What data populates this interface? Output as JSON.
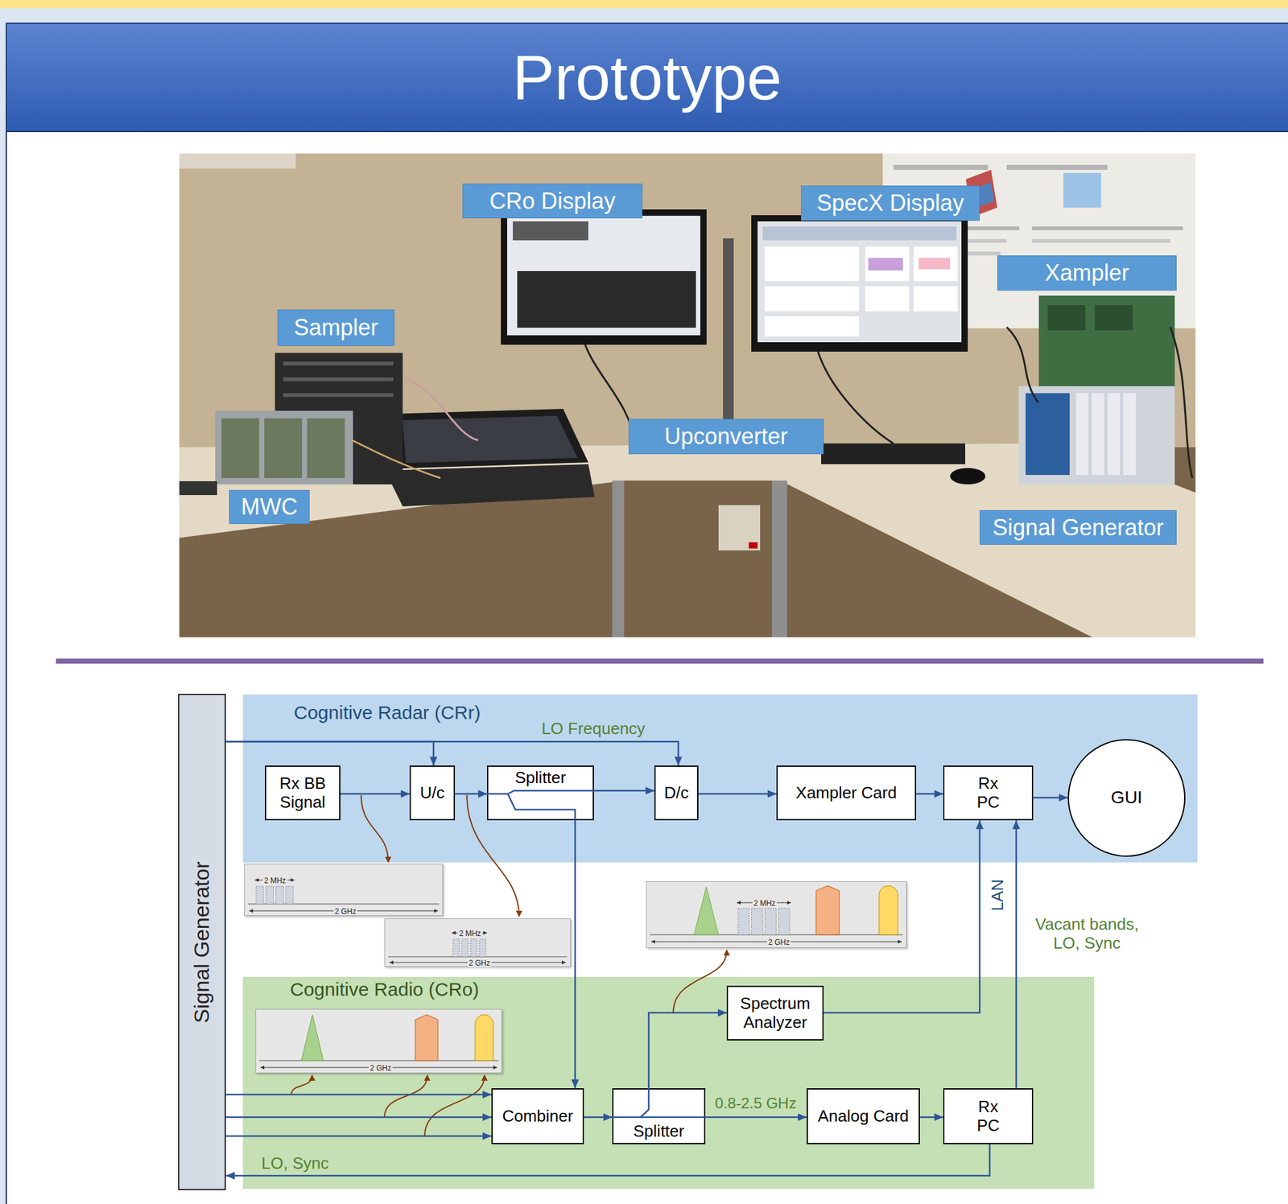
{
  "diagram": {
    "title": "Prototype",
    "nodes": [
      {
        "text": [
          "CRo Display"
        ]
      },
      {
        "text": [
          "SpecX Display"
        ]
      },
      {
        "text": [
          "Xampler"
        ]
      },
      {
        "text": [
          "Sampler"
        ]
      },
      {
        "text": [
          "Upconverter"
        ]
      },
      {
        "text": [
          "MWC"
        ]
      },
      {
        "text": [
          "Signal Generator"
        ]
      },
      {
        "text": [
          "Signal Generator"
        ]
      },
      {
        "text": [
          "Cognitive Radar (CRr)"
        ]
      },
      {
        "text": [
          "Rx BB Signal"
        ],
        "in": 8
      },
      {
        "text": [
          "U/c"
        ],
        "in": 8
      },
      {
        "text": [
          "Splitter"
        ],
        "in": 8
      },
      {
        "text": [
          "D/c"
        ],
        "in": 8
      },
      {
        "text": [
          "Xampler Card"
        ],
        "in": 8
      },
      {
        "text": [
          "Rx PC"
        ],
        "in": 8
      },
      {
        "text": [
          "GUI"
        ],
        "in": 8
      },
      {
        "text": [
          "2 MHz",
          "2 GHz"
        ]
      },
      {
        "text": [
          "2 MHz",
          "2 GHz"
        ]
      },
      {
        "text": [
          "2 MHz",
          "2 GHz"
        ]
      },
      {
        "text": [
          "Cognitive Radio (CRo)"
        ]
      },
      {
        "text": [
          "2 GHz"
        ],
        "in": 19
      },
      {
        "text": [
          "Spectrum Analyzer"
        ],
        "in": 19
      },
      {
        "text": [
          "Combiner"
        ],
        "in": 19
      },
      {
        "text": [
          "Splitter"
        ],
        "in": 19
      },
      {
        "text": [
          "Analog Card"
        ],
        "in": 19
      },
      {
        "text": [
          "Rx PC"
        ],
        "in": 19
      }
    ],
    "edges": [
      {
        "from": 7,
        "to": 10,
        "arrow": "to"
      },
      {
        "from": 7,
        "to": 12,
        "arrow": "to",
        "label": "LO Frequency"
      },
      {
        "from": 9,
        "to": 10,
        "arrow": "to"
      },
      {
        "from": 10,
        "to": 11,
        "arrow": "to"
      },
      {
        "from": 11,
        "to": 12,
        "arrow": "to"
      },
      {
        "from": 11,
        "to": 22,
        "arrow": "to"
      },
      {
        "from": 12,
        "to": 13,
        "arrow": "to"
      },
      {
        "from": 13,
        "to": 14,
        "arrow": "to"
      },
      {
        "from": 14,
        "to": 15,
        "arrow": "to"
      },
      {
        "from": 7,
        "to": 22,
        "arrow": "to"
      },
      {
        "from": 7,
        "to": 22,
        "arrow": "to"
      },
      {
        "from": 7,
        "to": 22,
        "arrow": "to"
      },
      {
        "from": 22,
        "to": 23,
        "arrow": "to"
      },
      {
        "from": 23,
        "to": 21,
        "arrow": "to"
      },
      {
        "from": 23,
        "to": 24,
        "arrow": "to",
        "label": "0.8-2.5 GHz"
      },
      {
        "from": 24,
        "to": 25,
        "arrow": "to"
      },
      {
        "from": 21,
        "to": 14,
        "arrow": "to"
      },
      {
        "from": 25,
        "to": 14,
        "arrow": "to",
        "label": "Vacant bands, LO, Sync"
      },
      {
        "from": 25,
        "to": 7,
        "arrow": "to",
        "label": "LO, Sync"
      }
    ],
    "labels": [
      "LAN"
    ]
  }
}
